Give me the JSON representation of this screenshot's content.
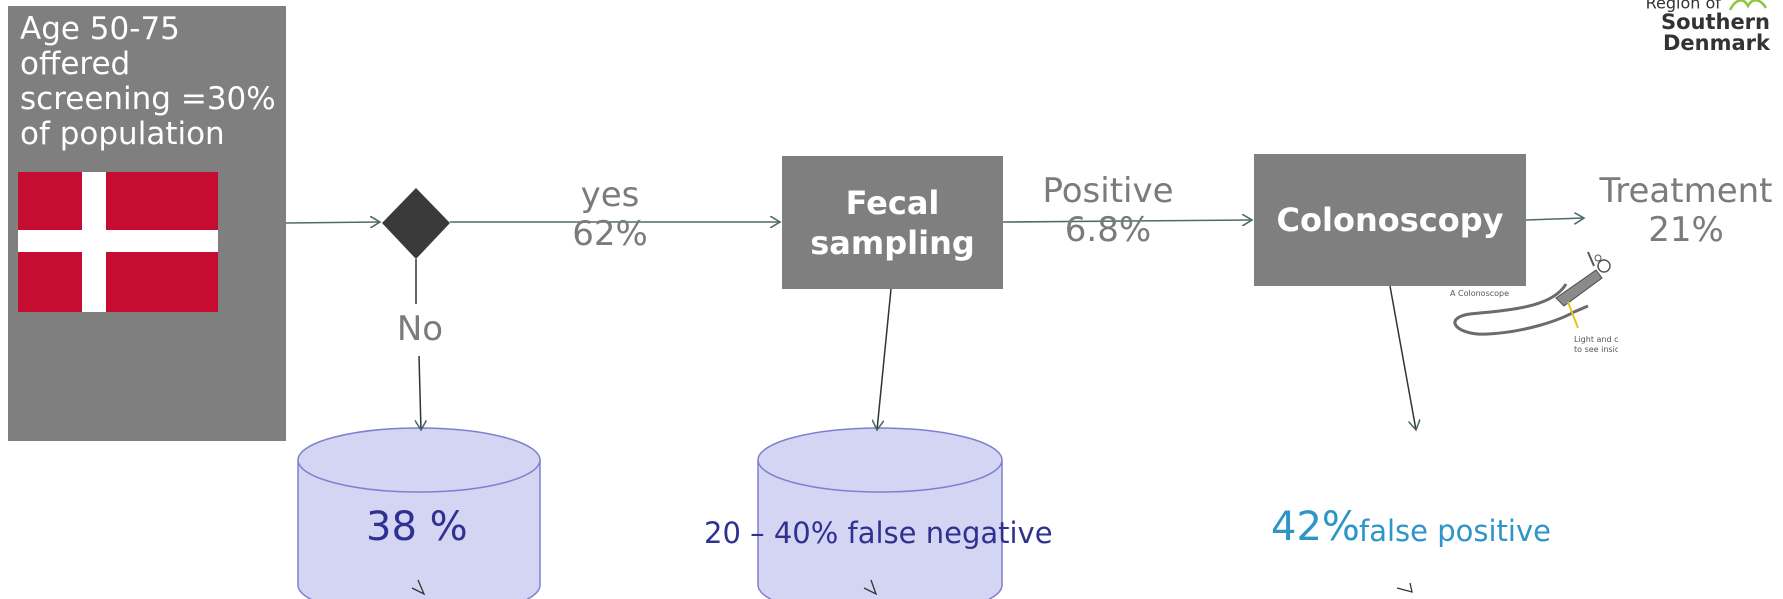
{
  "start": {
    "text": "Age 50-75 offered screening =30% of population",
    "flag": "denmark-flag",
    "colors": {
      "box": "#7f7f7f",
      "flag_red": "#c60c30"
    }
  },
  "flow": {
    "yes_label": "yes",
    "yes_percent": "62%",
    "no_label": "No",
    "fecal_line1": "Fecal",
    "fecal_line2": "sampling",
    "positive_label": "Positive",
    "positive_percent": "6.8%",
    "colonoscopy": "Colonoscopy",
    "treatment_label": "Treatment",
    "treatment_percent": "21%"
  },
  "results": {
    "no_percent": "38 %",
    "false_negative": "20 – 40% false negative",
    "false_positive_percent": "42%",
    "false_positive_label": "false positive"
  },
  "colonoscope": {
    "title": "A Colonoscope",
    "caption_line1": "Light and camera",
    "caption_line2": "to see inside"
  },
  "logo": {
    "line1": "Region of",
    "line2": "Southern Denmark",
    "accent": "#8dc63f"
  },
  "colors": {
    "connector": "#4d6b6b",
    "cylinder_fill": "#d3d5f2",
    "cylinder_stroke": "#7e80cf",
    "decision": "#3a3a3a",
    "result_dark": "#2e3192",
    "result_blue": "#2e95c7"
  }
}
